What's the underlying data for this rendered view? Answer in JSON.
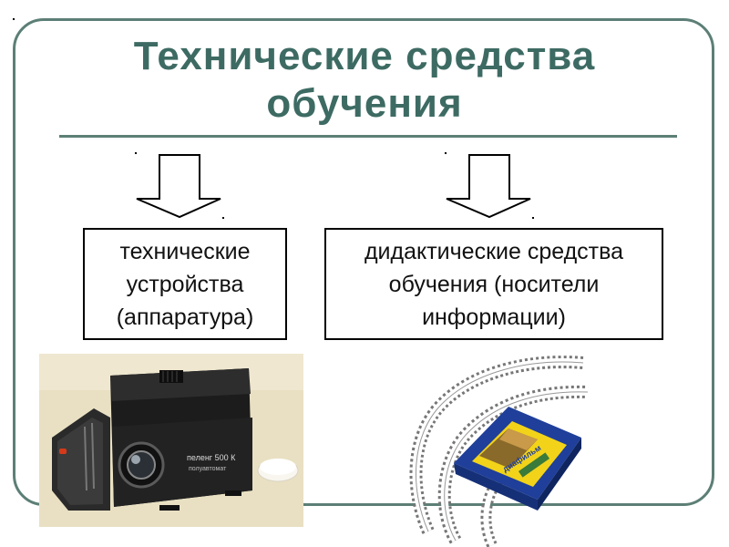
{
  "slide": {
    "title_line1": "Технические средства",
    "title_line2": "обучения",
    "left_box": {
      "line1": "технические",
      "line2": "устройства",
      "line3": "(аппаратура)"
    },
    "right_box": {
      "line1": "дидактические средства",
      "line2": "обучения (носители",
      "line3": "информации)"
    },
    "projector_label_line1": "пеленг 500 К",
    "projector_label_line2": "полуавтомат",
    "film_box_label": "диафильм"
  },
  "colors": {
    "accent": "#3d6b63",
    "frame": "#5c7f76",
    "projector_body": "#1c1c1c",
    "photo_background": "#e8dfc0",
    "film_box_blue": "#1f3f9a",
    "film_box_yellow": "#f2d31a"
  },
  "icons": {
    "arrow": "down-arrow-icon",
    "projector": "slide-projector-image",
    "film": "filmstrip-image"
  }
}
